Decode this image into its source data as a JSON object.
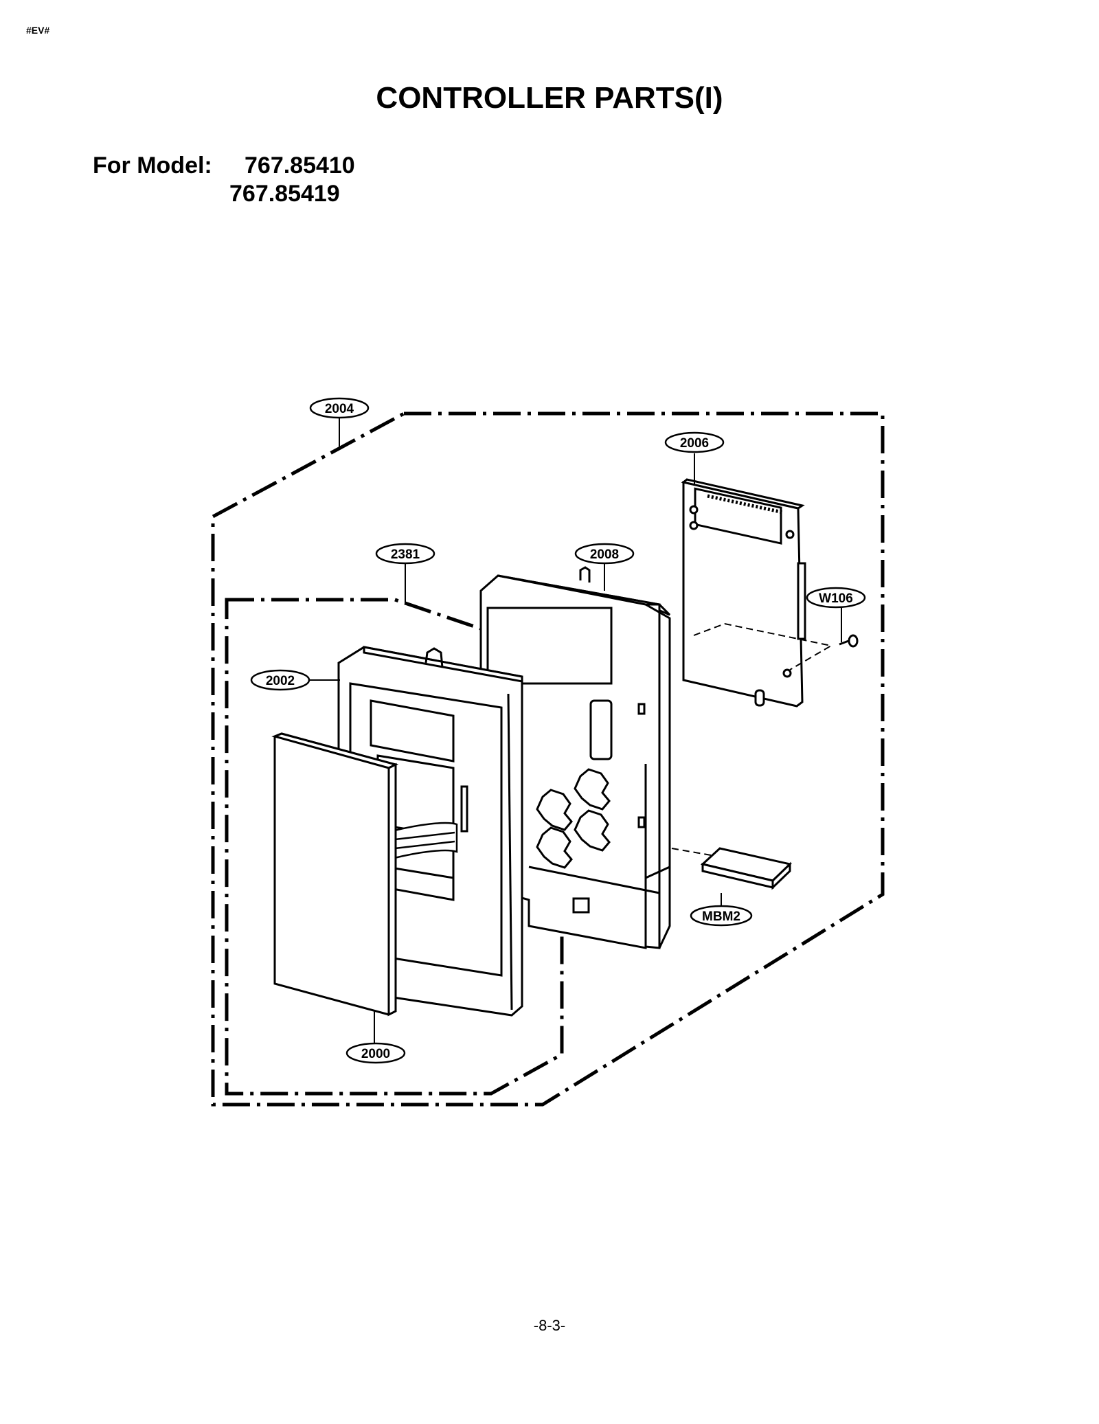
{
  "header": {
    "doc_code": "#EV#"
  },
  "title": "CONTROLLER PARTS(I)",
  "models": {
    "label": "For Model:",
    "list": [
      "767.85410",
      "767.85419"
    ]
  },
  "callouts": {
    "c2004": "2004",
    "c2006": "2006",
    "c2381": "2381",
    "c2008": "2008",
    "cW106": "W106",
    "c2002": "2002",
    "cMBM2": "MBM2",
    "c2000": "2000"
  },
  "footer": {
    "page": "-8-3-"
  }
}
